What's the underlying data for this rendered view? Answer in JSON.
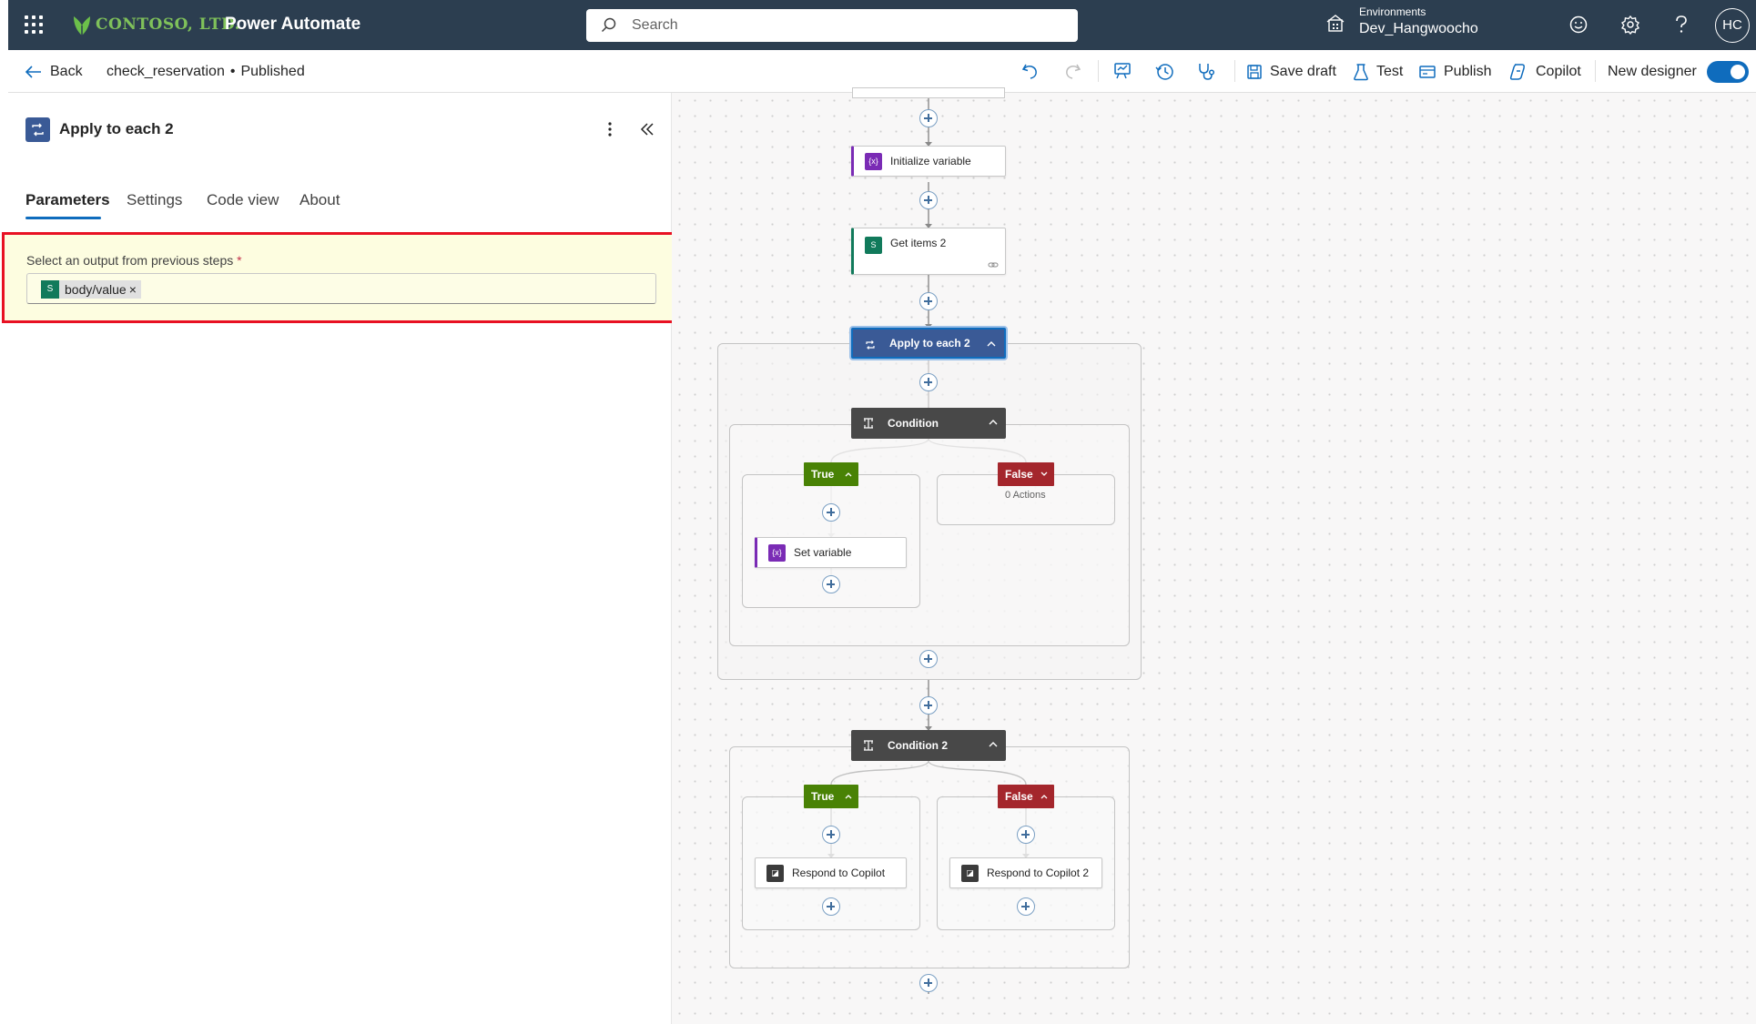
{
  "topbar": {
    "company": "CONTOSO, LTD.",
    "app_name": "Power Automate",
    "search_placeholder": "Search",
    "environment_label": "Environments",
    "environment_name": "Dev_Hangwoocho",
    "avatar_initials": "HC"
  },
  "commandbar": {
    "back_label": "Back",
    "flow_name": "check_reservation",
    "separator": "•",
    "flow_status": "Published",
    "save_draft_label": "Save draft",
    "test_label": "Test",
    "publish_label": "Publish",
    "copilot_label": "Copilot",
    "new_designer_label": "New designer",
    "new_designer_on": true
  },
  "panel": {
    "title": "Apply to each 2",
    "tabs": [
      {
        "label": "Parameters",
        "active": true
      },
      {
        "label": "Settings",
        "active": false
      },
      {
        "label": "Code view",
        "active": false
      },
      {
        "label": "About",
        "active": false
      }
    ],
    "field_label": "Select an output from previous steps",
    "required_mark": "*",
    "token_label": "body/value",
    "token_remove": "×"
  },
  "canvas": {
    "initialize_variable": "Initialize variable",
    "get_items": "Get items 2",
    "apply_to_each": "Apply to each 2",
    "condition": "Condition",
    "true_label": "True",
    "false_label": "False",
    "zero_actions": "0 Actions",
    "set_variable": "Set variable",
    "condition2": "Condition 2",
    "true2_label": "True",
    "false2_label": "False",
    "respond1": "Respond to Copilot",
    "respond2": "Respond to Copilot 2"
  },
  "colors": {
    "topbar": "#2c3e50",
    "accent": "#0f6cbd",
    "true_branch": "#498205",
    "false_branch": "#a4262c",
    "highlight_border": "#e81123"
  }
}
